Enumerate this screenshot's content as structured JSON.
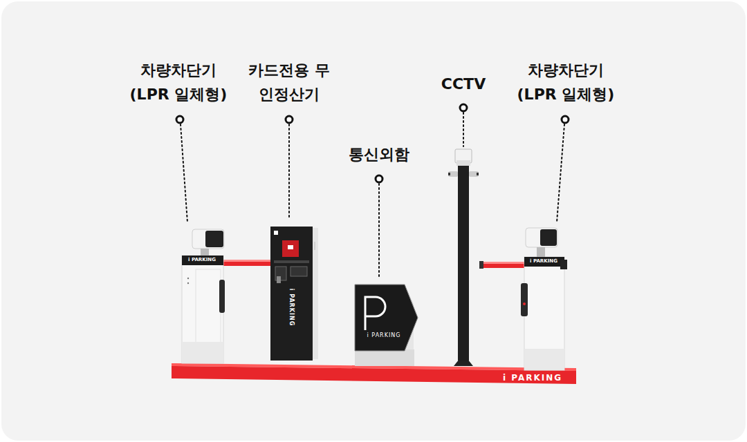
{
  "diagram": {
    "labels": [
      "차량차단기 (LPR 일체형)",
      "카드전용 무인정산기",
      "CCTV",
      "통신외함",
      "차량차단기 (LPR 일체형)",
      "i PARKING",
      "i PARKING",
      "i PARKING",
      "i PARKING",
      "i PARKING"
    ]
  }
}
